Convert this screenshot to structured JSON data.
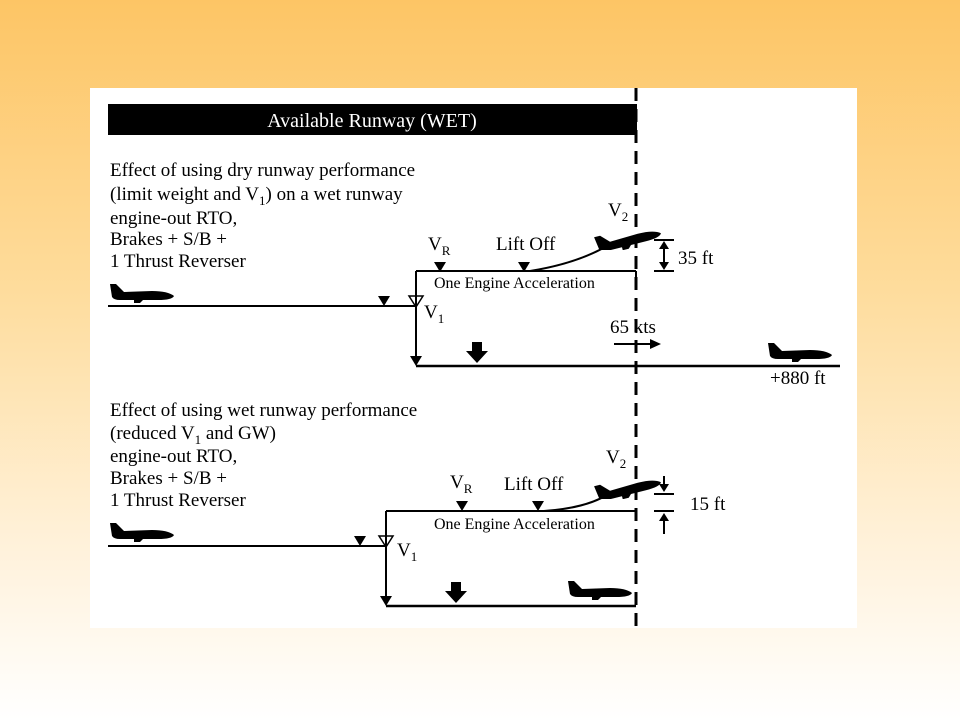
{
  "header": {
    "title": "Available Runway (WET)"
  },
  "scenario_dry": {
    "lines": [
      "Effect of using dry runway performance",
      "(limit weight and V",
      ") on a wet runway",
      "engine-out RTO,",
      "Brakes + S/B +",
      "1 Thrust Reverser"
    ],
    "v1_sub": "1",
    "vr": "V",
    "vr_sub": "R",
    "liftoff": "Lift Off",
    "v2": "V",
    "v2_sub": "2",
    "height": "35 ft",
    "accel": "One Engine Acceleration",
    "v1": "V",
    "v1_label_sub": "1",
    "speed": "65 kts",
    "overrun": "+880 ft"
  },
  "scenario_wet": {
    "lines": [
      "Effect of using wet runway performance",
      "(reduced V",
      " and GW)",
      "engine-out RTO,",
      "Brakes + S/B +",
      "1 Thrust Reverser"
    ],
    "v1_sub": "1",
    "vr": "V",
    "vr_sub": "R",
    "liftoff": "Lift Off",
    "v2": "V",
    "v2_sub": "2",
    "height": "15 ft",
    "accel": "One Engine Acceleration",
    "v1": "V",
    "v1_label_sub": "1"
  },
  "icons": {
    "aircraft": "airplane-icon",
    "stop": "down-arrow-icon"
  }
}
